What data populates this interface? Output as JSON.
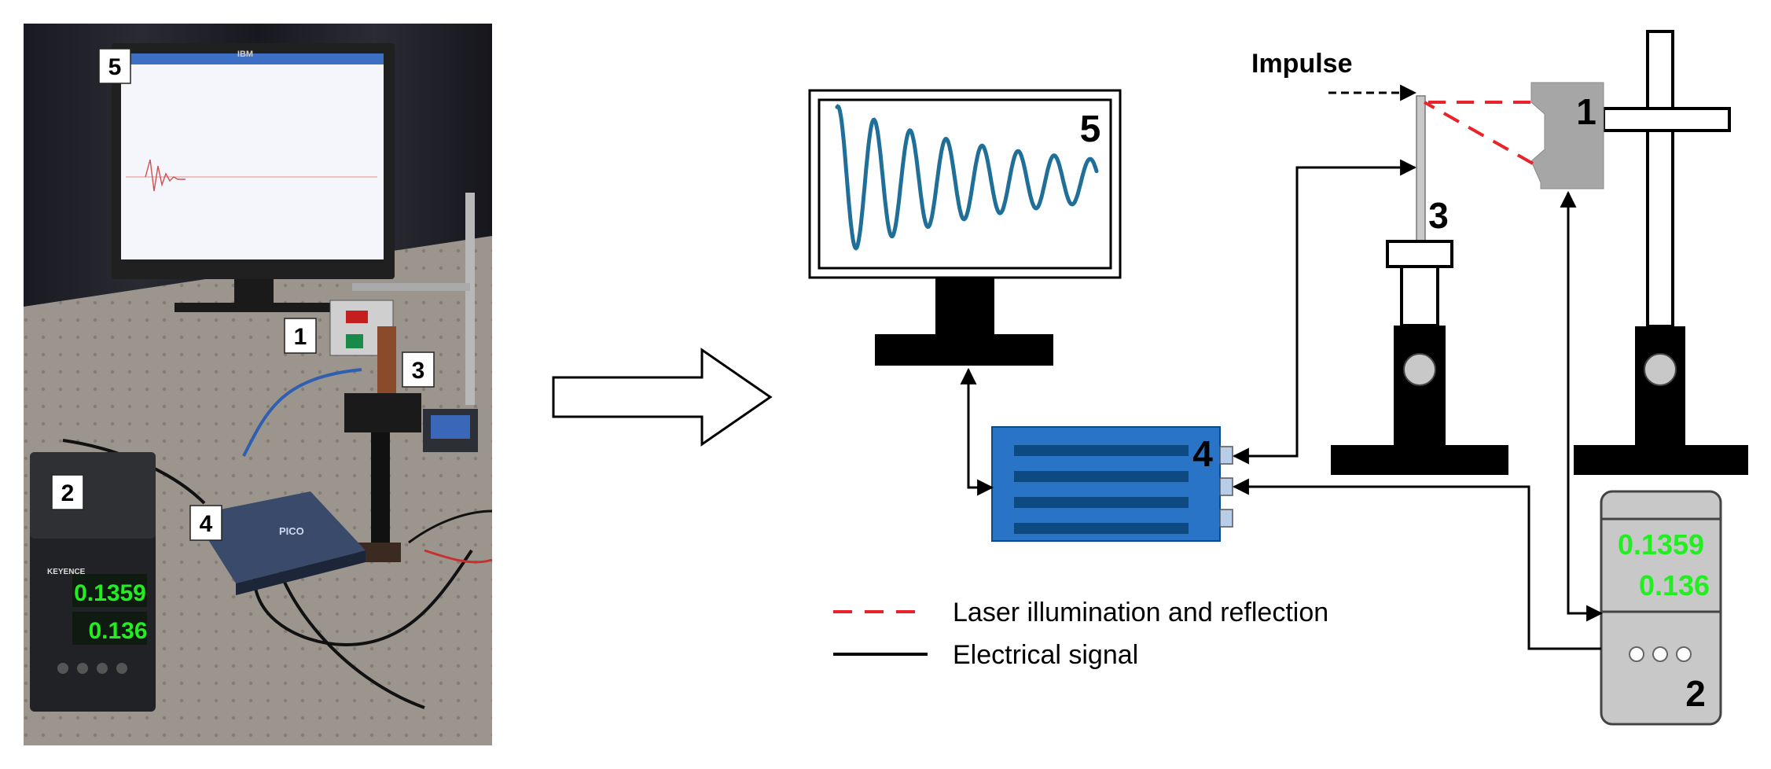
{
  "photo": {
    "tags": [
      "5",
      "1",
      "3",
      "2",
      "4"
    ],
    "meter": {
      "reading_top": "0.1359",
      "reading_bottom": "0.136"
    },
    "brand": "KEYENCE",
    "logo": "IBM"
  },
  "schematic": {
    "impulse_label": "Impulse",
    "monitor_label": "5",
    "sensor_label": "1",
    "sample_label": "3",
    "daq_label": "4",
    "controller_label": "2",
    "controller_readings": [
      "0.1359",
      "0.136"
    ]
  },
  "legend": [
    {
      "text": "Laser illumination and reflection",
      "style": "dashed",
      "color": "#e8232a"
    },
    {
      "text": "Electrical signal",
      "style": "solid",
      "color": "#000000"
    }
  ],
  "colors": {
    "signal": "#1f6f98",
    "daq_body": "#2a74c8",
    "daq_stripe": "#0e4a82",
    "laser": "#e8232a",
    "housing_gray": "#a6a6a6",
    "readout_green": "#22ee22"
  }
}
